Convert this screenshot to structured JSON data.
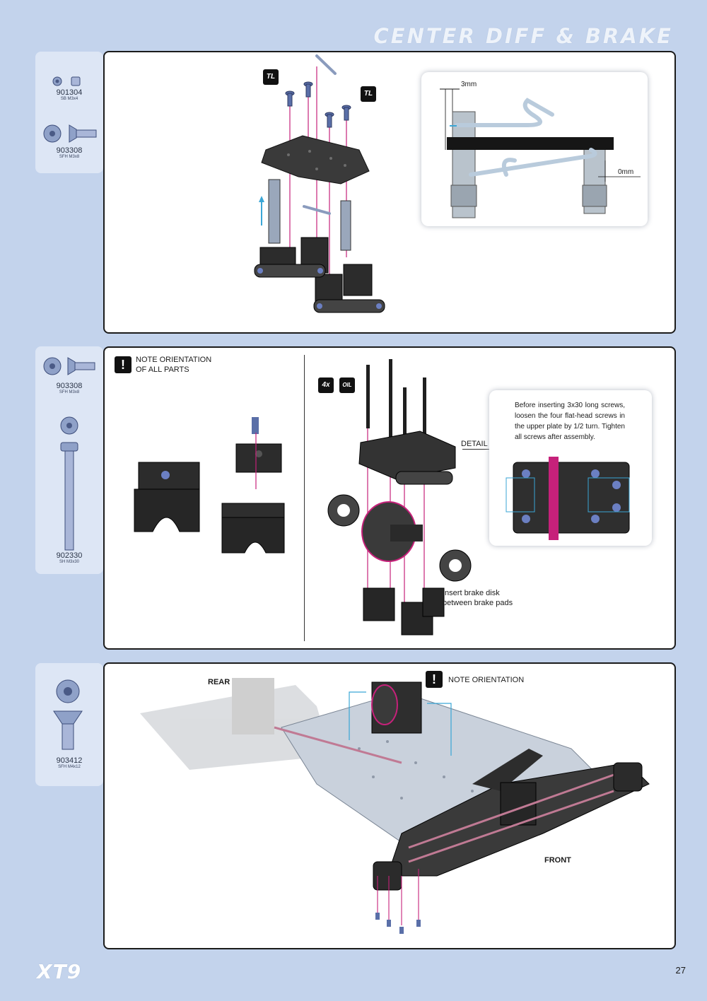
{
  "header": {
    "title": "CENTER DIFF & BRAKE"
  },
  "step1": {
    "parts": [
      {
        "code": "901304",
        "desc": "SB M3x4"
      },
      {
        "code": "903308",
        "desc": "SFH M3x8"
      }
    ],
    "badges": [
      "TL",
      "TL"
    ],
    "detail": {
      "dim_top": "3mm",
      "dim_right": "0mm"
    }
  },
  "step2": {
    "parts": [
      {
        "code": "903308",
        "desc": "SFH M3x8"
      },
      {
        "code": "902330",
        "desc": "SH M3x30"
      }
    ],
    "note": "NOTE ORIENTATION\nOF ALL PARTS",
    "badge_qty": "4x",
    "badge_oil": "OIL",
    "detail_label": "DETAIL",
    "detail_caption": "Before inserting 3x30 long screws, loosen the four flat-head screws in the upper plate by 1/2 turn. Tighten all screws after assembly.",
    "brake_caption": "Insert brake disk between brake pads"
  },
  "step3": {
    "parts": [
      {
        "code": "903412",
        "desc": "SFH M4x12"
      }
    ],
    "note": "NOTE ORIENTATION",
    "rear_label": "REAR",
    "front_label": "FRONT"
  },
  "footer": {
    "logo": "XT9",
    "page_number": "27"
  }
}
